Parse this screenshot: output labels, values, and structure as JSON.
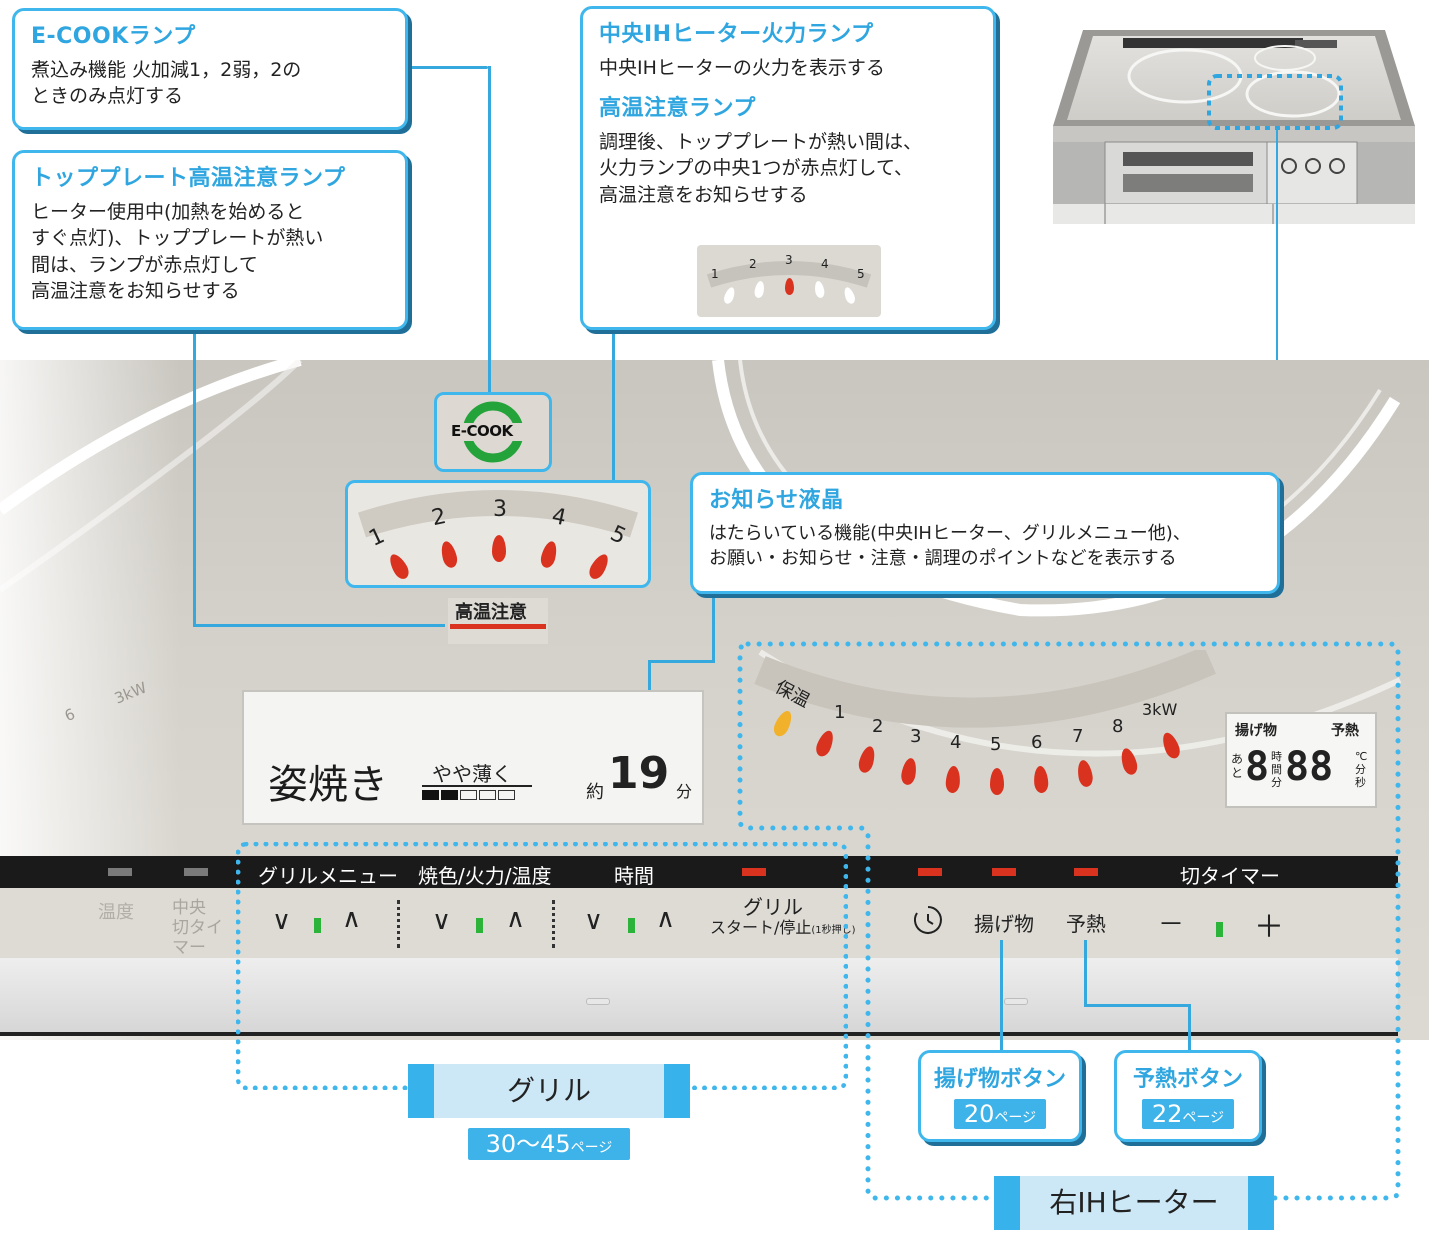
{
  "callouts": {
    "ecook": {
      "title": "E-COOKランプ",
      "body": "煮込み機能 火加減1，2弱，2の\nときのみ点灯する"
    },
    "topplate": {
      "title": "トッププレート高温注意ランプ",
      "body": "ヒーター使用中(加熱を始めると\nすぐ点灯)、トッププレートが熱い\n間は、ランプが赤点灯して\n高温注意をお知らせする"
    },
    "center": {
      "title": "中央IHヒーター火力ランプ",
      "body": "中央IHヒーターの火力を表示する",
      "title2": "高温注意ランプ",
      "body2": "調理後、トッププレートが熱い間は、\n火力ランプの中央1つが赤点灯して、\n高温注意をお知らせする"
    },
    "lcd": {
      "title": "お知らせ液晶",
      "body": "はたらいている機能(中央IHヒーター、グリルメニュー他)、\nお願い・お知らせ・注意・調理のポイントなどを表示する"
    }
  },
  "mini_lamp": {
    "numbers": [
      "1",
      "2",
      "3",
      "4",
      "5"
    ]
  },
  "center_lamp": {
    "numbers": [
      "1",
      "2",
      "3",
      "4",
      "5"
    ],
    "caution_label": "高温注意"
  },
  "ecook_logo": "E-COOK",
  "lcd": {
    "menu": "姿焼き",
    "level": "やや薄く",
    "approx": "約",
    "minutes": "19",
    "unit": "分"
  },
  "right_scale": {
    "labels": [
      "保温",
      "1",
      "2",
      "3",
      "4",
      "5",
      "6",
      "7",
      "8",
      "3kW"
    ]
  },
  "left_scale_faint": [
    "6",
    "3kW"
  ],
  "timer_lcd": {
    "left": "揚げ物",
    "right": "予熱",
    "remain": "あと",
    "digits": "8",
    "digits2": "88",
    "unit1": "時間分",
    "unit2": "℃分秒"
  },
  "strip": {
    "grill_menu": "グリルメニュー",
    "color": "焼色/火力/温度",
    "time": "時間",
    "cut_timer": "切タイマー"
  },
  "buttons": {
    "down": "∨",
    "up": "∧",
    "grill_start": "グリル",
    "grill_start2": "スタート/停止",
    "grill_start_note": "(1秒押し)",
    "fry": "揚げ物",
    "preheat": "予熱",
    "minus": "－",
    "plus": "＋",
    "faint_left1": "中央",
    "faint_left2": "切タイマー",
    "faint_icon": "温度"
  },
  "tags": {
    "grill": {
      "label": "グリル",
      "pages": "30〜45",
      "pages_suffix": "ページ"
    },
    "right_ih": {
      "label": "右IHヒーター"
    },
    "fry_btn": {
      "title": "揚げ物ボタン",
      "page": "20",
      "suffix": "ページ"
    },
    "preheat_btn": {
      "title": "予熱ボタン",
      "page": "22",
      "suffix": "ページ"
    }
  },
  "colors": {
    "accent": "#3fb7ec",
    "shadow": "#1f6f98",
    "lamp_red": "#d9321f",
    "lamp_yellow": "#f1b12a",
    "led_green": "#2bb33a"
  }
}
